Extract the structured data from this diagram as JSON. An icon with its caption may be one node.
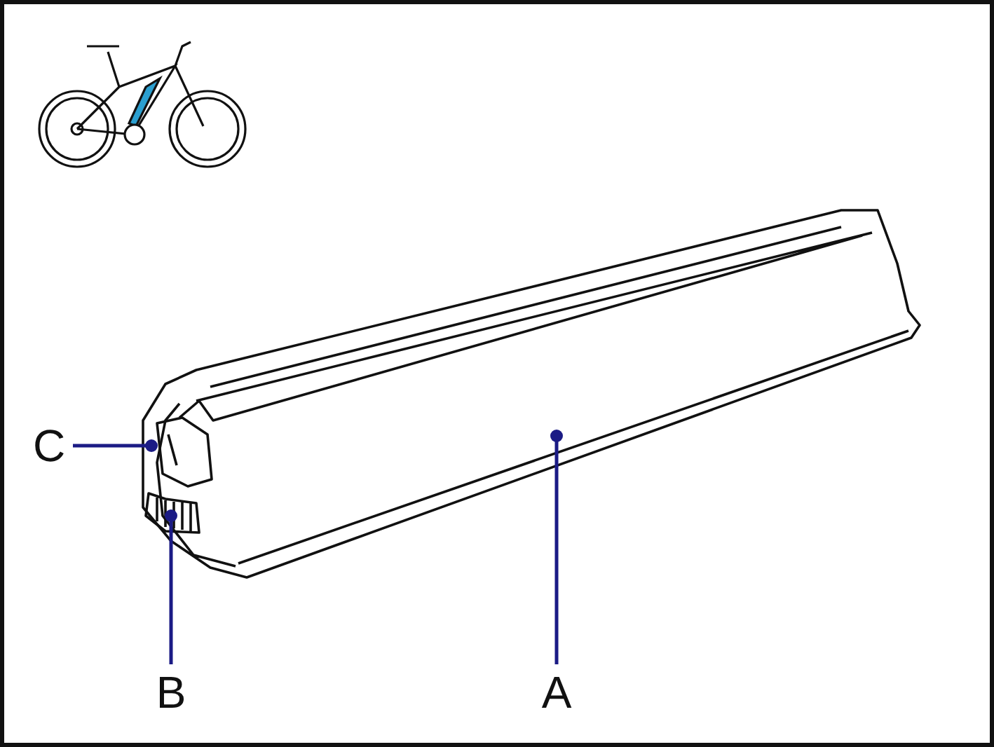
{
  "diagram": {
    "nodes": [
      {
        "text": [
          "C"
        ]
      },
      {
        "text": [
          "B"
        ]
      },
      {
        "text": [
          "A"
        ]
      },
      {
        "text": [],
        "shape": "picture",
        "in": 5
      },
      {
        "text": [],
        "shape": "picture",
        "in": 5
      },
      {
        "text": [],
        "shape": "picture"
      }
    ],
    "edges": [
      {
        "from": 0,
        "to": 3,
        "arrow": "other"
      },
      {
        "from": 1,
        "to": 4,
        "arrow": "other"
      },
      {
        "from": 2,
        "to": 5,
        "arrow": "other"
      }
    ]
  }
}
